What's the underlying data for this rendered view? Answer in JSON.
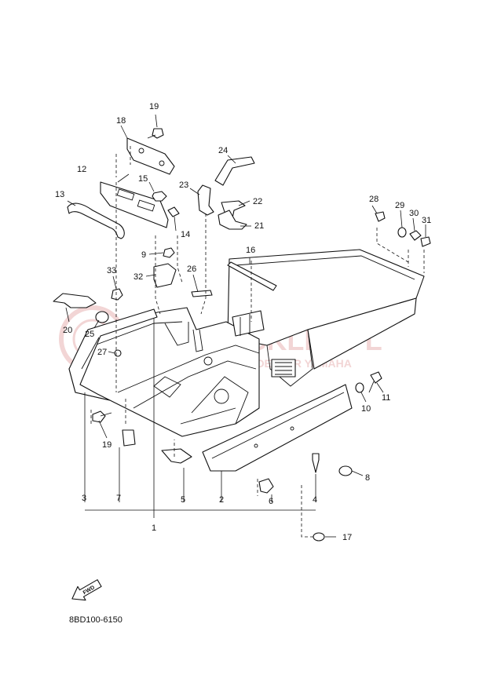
{
  "diagram": {
    "code": "8BD100-6150",
    "fwd_label": "FWD",
    "watermark_main": "MOTO-SKLEP.PL",
    "watermark_sub": "AUTHORISED DEALER YAMAHA",
    "callouts": [
      {
        "id": "c1",
        "text": "1"
      },
      {
        "id": "c2",
        "text": "2"
      },
      {
        "id": "c3",
        "text": "3"
      },
      {
        "id": "c4",
        "text": "4"
      },
      {
        "id": "c5",
        "text": "5"
      },
      {
        "id": "c6",
        "text": "6"
      },
      {
        "id": "c7",
        "text": "7"
      },
      {
        "id": "c8",
        "text": "8"
      },
      {
        "id": "c9",
        "text": "9"
      },
      {
        "id": "c10",
        "text": "10"
      },
      {
        "id": "c11",
        "text": "11"
      },
      {
        "id": "c12",
        "text": "12"
      },
      {
        "id": "c13",
        "text": "13"
      },
      {
        "id": "c14",
        "text": "14"
      },
      {
        "id": "c15",
        "text": "15"
      },
      {
        "id": "c16",
        "text": "16"
      },
      {
        "id": "c17",
        "text": "17"
      },
      {
        "id": "c18",
        "text": "18"
      },
      {
        "id": "c19a",
        "text": "19"
      },
      {
        "id": "c19b",
        "text": "19"
      },
      {
        "id": "c20",
        "text": "20"
      },
      {
        "id": "c21",
        "text": "21"
      },
      {
        "id": "c22",
        "text": "22"
      },
      {
        "id": "c23",
        "text": "23"
      },
      {
        "id": "c24",
        "text": "24"
      },
      {
        "id": "c25",
        "text": "25"
      },
      {
        "id": "c26",
        "text": "26"
      },
      {
        "id": "c27",
        "text": "27"
      },
      {
        "id": "c28",
        "text": "28"
      },
      {
        "id": "c29",
        "text": "29"
      },
      {
        "id": "c30",
        "text": "30"
      },
      {
        "id": "c31",
        "text": "31"
      },
      {
        "id": "c32",
        "text": "32"
      },
      {
        "id": "c33",
        "text": "33"
      }
    ],
    "colors": {
      "line": "#111111",
      "watermark": "#e8b4b4"
    }
  }
}
